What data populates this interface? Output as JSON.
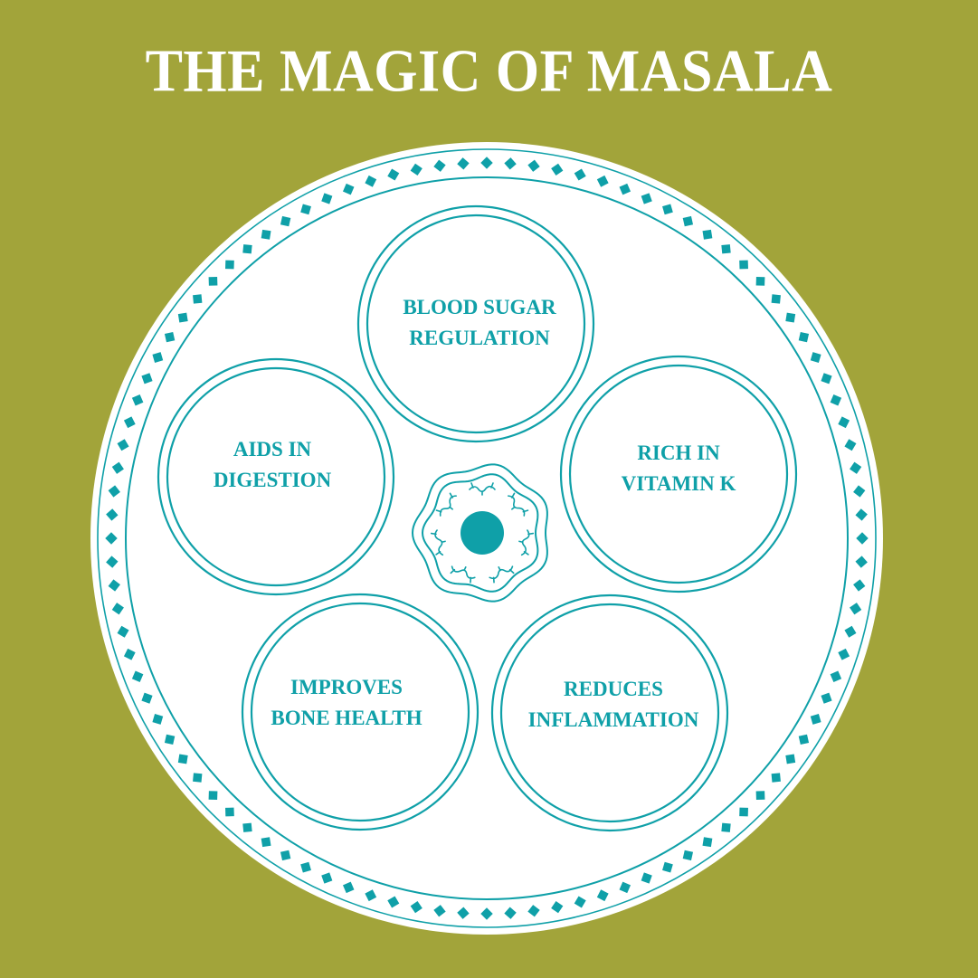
{
  "title": "THE MAGIC OF MASALA",
  "colors": {
    "background": "#a2a43a",
    "plate": "#ffffff",
    "accent": "#0fa0a8",
    "title_text": "#ffffff"
  },
  "benefits": [
    {
      "id": "blood-sugar",
      "line1": "BLOOD SUGAR",
      "line2": "REGULATION"
    },
    {
      "id": "digestion",
      "line1": "AIDS IN",
      "line2": "DIGESTION"
    },
    {
      "id": "vitamin-k",
      "line1": "RICH IN",
      "line2": "VITAMIN K"
    },
    {
      "id": "bone-health",
      "line1": "IMPROVES",
      "line2": "BONE HEALTH"
    },
    {
      "id": "inflammation",
      "line1": "REDUCES",
      "line2": "INFLAMMATION"
    }
  ],
  "decor": {
    "diamond_count": 100,
    "center_icon": "masala-dabba-bowl-icon"
  }
}
